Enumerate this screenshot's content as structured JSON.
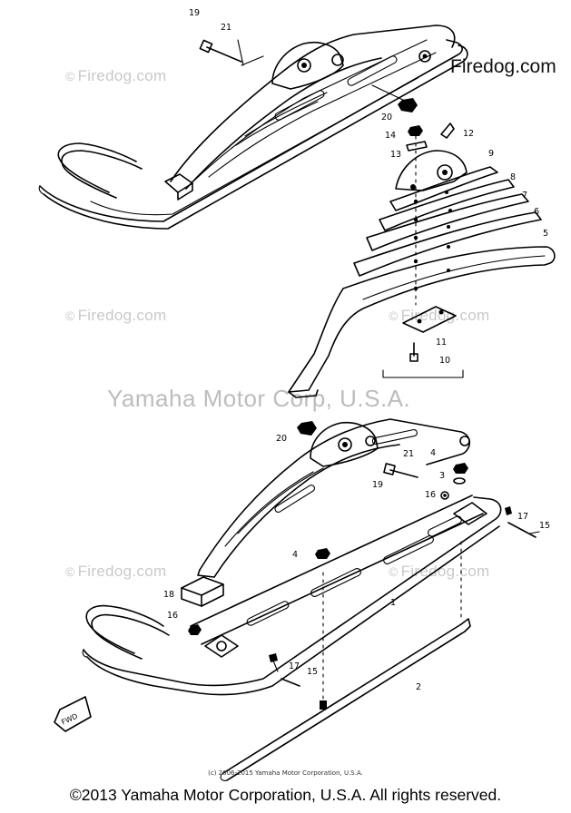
{
  "watermarks": {
    "firedog": "Firedog.com",
    "registered": "©",
    "center": "Yamaha Motor Corp, U.S.A."
  },
  "brand_label": "Firedog.com",
  "direction_label": "FWD",
  "small_copyright": "(c) 2006-2015 Yamaha Motor Corporation, U.S.A.",
  "copyright": "©2013 Yamaha Motor Corporation, U.S.A. All rights reserved.",
  "callouts": [
    "19",
    "21",
    "20",
    "14",
    "13",
    "12",
    "9",
    "8",
    "7",
    "6",
    "5",
    "11",
    "10",
    "20",
    "21",
    "4",
    "19",
    "16",
    "3",
    "17",
    "15",
    "4",
    "18",
    "16",
    "17",
    "15",
    "1",
    "2"
  ]
}
